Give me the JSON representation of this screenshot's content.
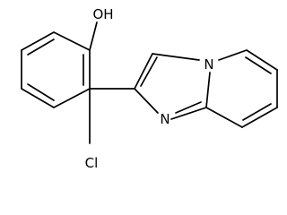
{
  "molecule": {
    "atoms": {
      "hydroxyl": "OH",
      "chlorine": "Cl",
      "bridgehead_nitrogen": "N",
      "imine_nitrogen": "N"
    }
  },
  "colors": {
    "bond": "#000000",
    "label": "#000000",
    "background": "#ffffff"
  }
}
